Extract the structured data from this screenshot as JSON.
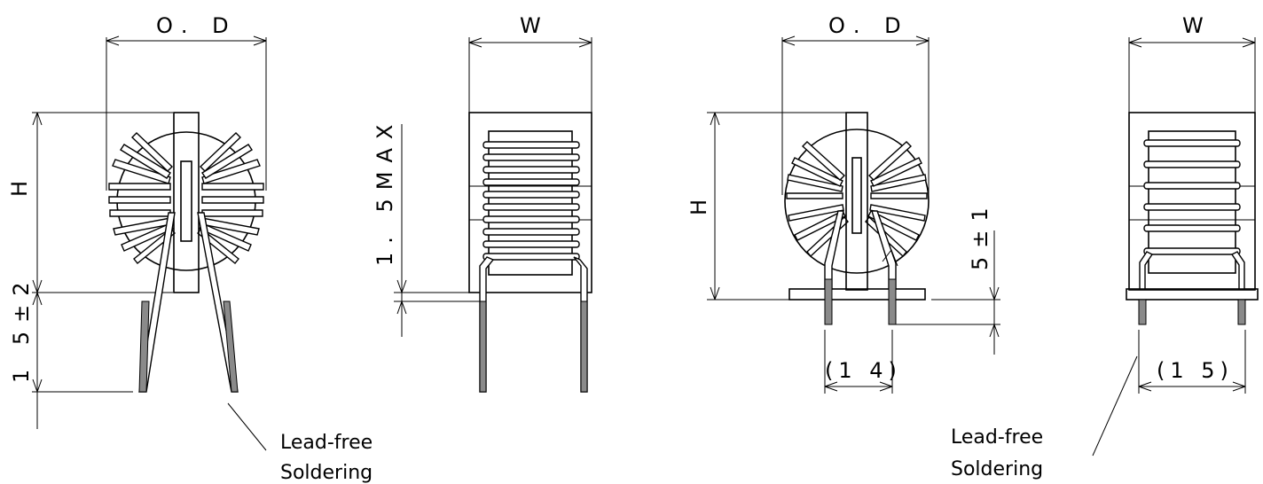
{
  "views": [
    {
      "name": "toroid-front-lead",
      "od_label": "O. D",
      "height_label": "H",
      "lead_length_label": "1 5±2",
      "note_line1": "Lead-free",
      "note_line2": "Soldering"
    },
    {
      "name": "toroid-side-lead",
      "width_label": "W",
      "standoff_label": "1. 5MAX"
    },
    {
      "name": "toroid-front-base",
      "od_label": "O. D",
      "height_label": "H",
      "lead_length_label": "5±1",
      "pitch_label": "(1 4)"
    },
    {
      "name": "toroid-side-base",
      "width_label": "W",
      "pitch_label": "(1 5)",
      "note_line1": "Lead-free",
      "note_line2": "Soldering"
    }
  ]
}
